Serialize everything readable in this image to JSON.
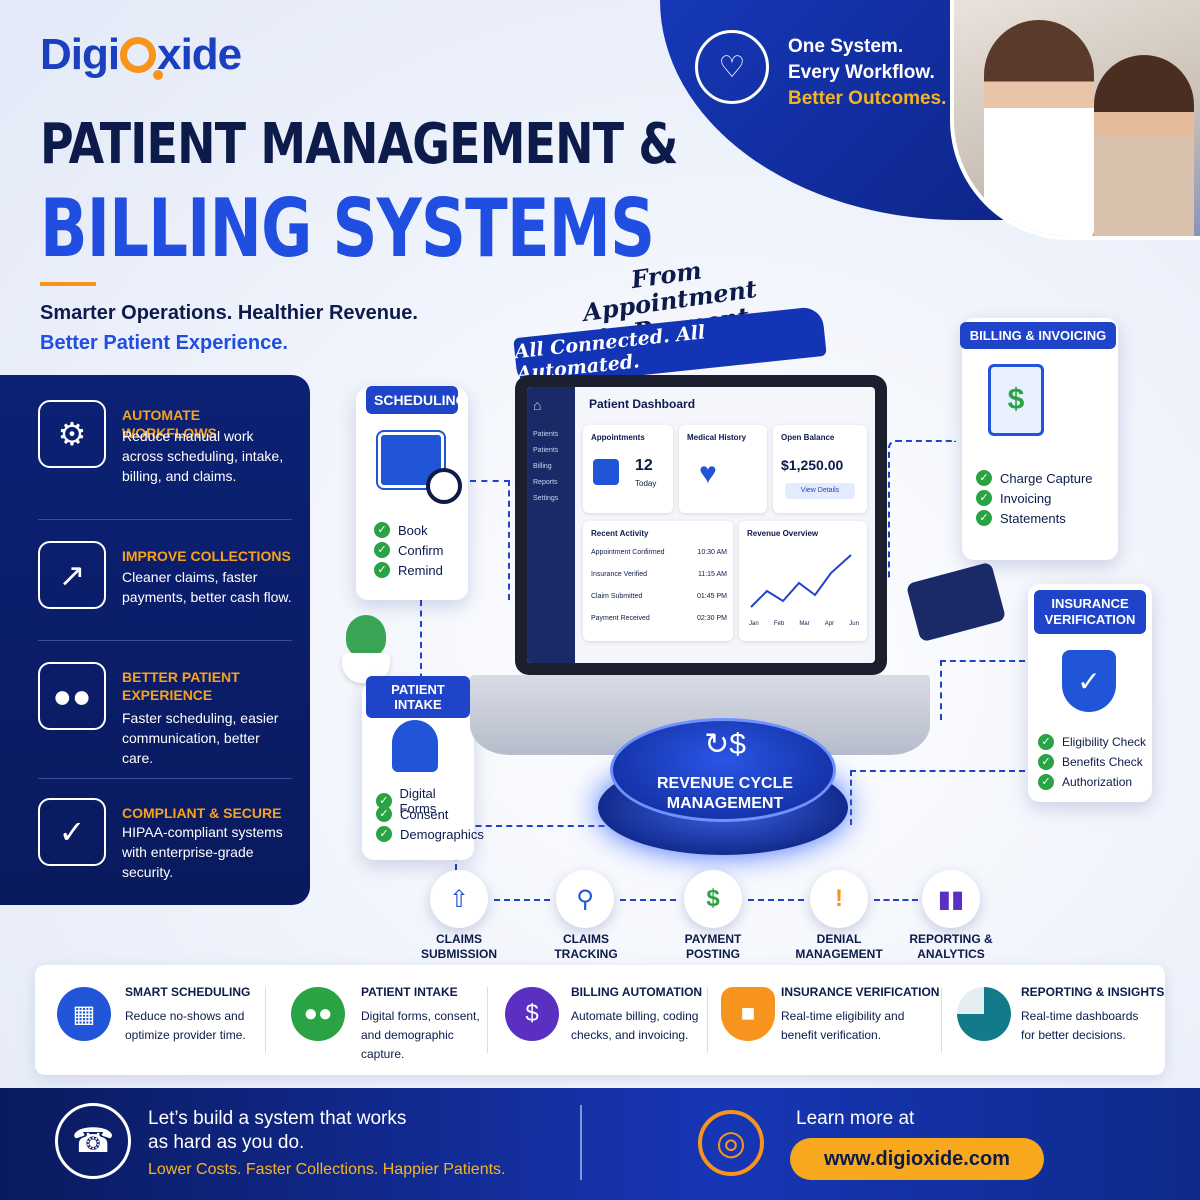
{
  "brand": {
    "logo_part1": "Digi",
    "logo_part2": "xide"
  },
  "headline": {
    "line1": "PATIENT MANAGEMENT &",
    "line2": "BILLING SYSTEMS"
  },
  "tagline": {
    "line1": "Smarter Operations. Healthier Revenue.",
    "line2": "Better Patient Experience."
  },
  "top_right": {
    "line1": "One System.",
    "line2": "Every Workflow.",
    "line3": "Better Outcomes.",
    "icon": "care-heart-icon"
  },
  "benefits": [
    {
      "title": "AUTOMATE WORKFLOWS",
      "desc": "Reduce manual work across scheduling, intake, billing, and claims.",
      "icon": "gears-icon"
    },
    {
      "title": "IMPROVE COLLECTIONS",
      "desc": "Cleaner claims, faster payments, better cash flow.",
      "icon": "growth-chart-icon"
    },
    {
      "title": "BETTER PATIENT EXPERIENCE",
      "desc": "Faster scheduling, easier communication, better care.",
      "icon": "people-icon"
    },
    {
      "title": "COMPLIANT & SECURE",
      "desc": "HIPAA-compliant systems with enterprise-grade security.",
      "icon": "shield-check-icon"
    }
  ],
  "script": {
    "line1": "From Appointment",
    "line2": "to Payment",
    "banner": "All Connected. All Automated."
  },
  "scheduling": {
    "title": "SCHEDULING",
    "items": [
      "Book",
      "Confirm",
      "Remind"
    ]
  },
  "intake": {
    "title": "PATIENT INTAKE",
    "items": [
      "Digital Forms",
      "Consent",
      "Demographics"
    ]
  },
  "billing": {
    "title": "BILLING & INVOICING",
    "items": [
      "Charge Capture",
      "Invoicing",
      "Statements"
    ]
  },
  "insurance": {
    "title1": "INSURANCE",
    "title2": "VERIFICATION",
    "items": [
      "Eligibility Check",
      "Benefits Check",
      "Authorization"
    ]
  },
  "dashboard": {
    "title": "Patient Dashboard",
    "nav": [
      "Patients",
      "Patients",
      "Billing",
      "Reports",
      "Settings"
    ],
    "appointments_label": "Appointments",
    "appointments_count": "12",
    "appointments_sub": "Today",
    "medical_label": "Medical History",
    "balance_label": "Open Balance",
    "balance_value": "$1,250.00",
    "balance_btn": "View Details",
    "activity_label": "Recent Activity",
    "activity": [
      {
        "text": "Appointment Confirmed",
        "time": "10:30 AM"
      },
      {
        "text": "Insurance Verified",
        "time": "11:15 AM"
      },
      {
        "text": "Claim Submitted",
        "time": "01:45 PM"
      },
      {
        "text": "Payment Received",
        "time": "02:30 PM"
      }
    ],
    "revenue_label": "Revenue Overview",
    "revenue_months": [
      "Jan",
      "Feb",
      "Mar",
      "Apr",
      "Jun"
    ]
  },
  "rcm": {
    "line1": "REVENUE CYCLE",
    "line2": "MANAGEMENT"
  },
  "flow": [
    {
      "l1": "CLAIMS",
      "l2": "SUBMISSION",
      "icon": "document-upload-icon"
    },
    {
      "l1": "CLAIMS",
      "l2": "TRACKING",
      "icon": "magnifier-icon"
    },
    {
      "l1": "PAYMENT",
      "l2": "POSTING",
      "icon": "dollar-icon"
    },
    {
      "l1": "DENIAL",
      "l2": "MANAGEMENT",
      "icon": "alert-badge-icon"
    },
    {
      "l1": "REPORTING &",
      "l2": "ANALYTICS",
      "icon": "bar-chart-icon"
    }
  ],
  "features": [
    {
      "title": "SMART SCHEDULING",
      "desc": "Reduce no-shows and optimize provider time.",
      "color": "#1f55d6"
    },
    {
      "title": "PATIENT INTAKE",
      "desc": "Digital forms, consent, and demographic capture.",
      "color": "#2aa344"
    },
    {
      "title": "BILLING AUTOMATION",
      "desc": "Automate billing, coding checks, and invoicing.",
      "color": "#5a2fc2"
    },
    {
      "title": "INSURANCE VERIFICATION",
      "desc": "Real-time eligibility and benefit verification.",
      "color": "#f7941d"
    },
    {
      "title": "REPORTING & INSIGHTS",
      "desc": "Real-time dashboards for better decisions.",
      "color": "#137a8a"
    }
  ],
  "footer": {
    "line1": "Let’s build a system that works",
    "line2": "as hard as you do.",
    "line3": "Lower Costs. Faster Collections. Happier Patients.",
    "learn": "Learn more at",
    "url": "www.digioxide.com"
  }
}
